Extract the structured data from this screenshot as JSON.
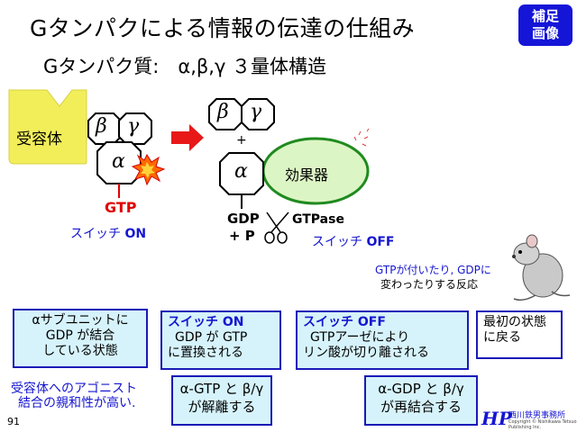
{
  "title": "Gタンパクによる情報の伝達の仕組み",
  "subtitle": "Gタンパク質:　α,β,γ ３量体構造",
  "badge": {
    "line1": "補足",
    "line2": "画像"
  },
  "receptor": "受容体",
  "subunits": {
    "beta": "β",
    "gamma": "γ",
    "alpha": "α"
  },
  "gtp_label": "GTP",
  "switch_on": {
    "prefix": "スイッチ",
    "state": "ON"
  },
  "plus": "+",
  "effector": "効果器",
  "gdp_label": "GDP",
  "plus_p": "+ P",
  "gtpase": "GTPase",
  "switch_off": {
    "prefix": "スイッチ",
    "state": "OFF"
  },
  "reaction_note": {
    "line1": "GTPが付いたり, GDPに",
    "line2": "変わったりする反応"
  },
  "boxes": [
    {
      "lines": [
        "αサブユニットに",
        "GDP が結合",
        "している状態"
      ]
    },
    {
      "heading": "スイッチ ON",
      "lines": [
        "GDP が GTP",
        "に置換される"
      ]
    },
    {
      "heading": "スイッチ OFF",
      "lines": [
        "GTPアーゼにより",
        "リン酸が切り離される"
      ]
    },
    {
      "lines": [
        "最初の状態",
        "に戻る"
      ]
    },
    {
      "lines": [
        "α-GTP と β/γ",
        "が解離する"
      ]
    },
    {
      "lines": [
        "α-GDP と β/γ",
        "が再結合する"
      ]
    }
  ],
  "agonist_note": {
    "line1": "受容体へのアゴニスト",
    "line2": "結合の親和性が高い."
  },
  "page_number": "91",
  "logo": {
    "mark": "HP",
    "name": "西川鉄男事務所",
    "sub1": "Copyright © Nishikawa Tetsuo",
    "sub2": "Publishing Inc."
  },
  "colors": {
    "receptor": "#f2ee5a",
    "effector": "#dcf5c4",
    "effector_border": "#1f8a1f",
    "arrow": "#e81818",
    "accent": "#1616d0"
  }
}
